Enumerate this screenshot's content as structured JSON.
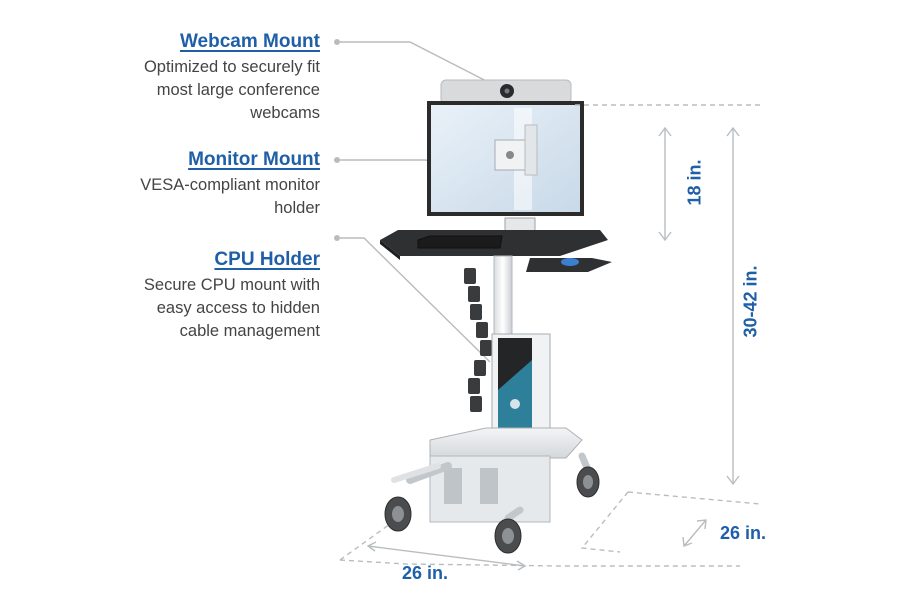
{
  "callouts": {
    "webcam": {
      "title": "Webcam Mount",
      "lines": [
        "Optimized to securely fit",
        "most large conference",
        "webcams"
      ]
    },
    "monitor": {
      "title": "Monitor Mount",
      "lines": [
        "VESA-compliant monitor",
        "holder"
      ]
    },
    "cpu": {
      "title": "CPU Holder",
      "lines": [
        "Secure CPU mount with",
        "easy access to hidden",
        "cable management"
      ]
    }
  },
  "dimensions": {
    "monitor_height": "18 in.",
    "cart_height": "30-42 in.",
    "width": "26 in.",
    "depth": "26 in."
  },
  "colors": {
    "accent": "#1f5fa8",
    "text": "#444444",
    "leader": "#bbbbbb"
  }
}
